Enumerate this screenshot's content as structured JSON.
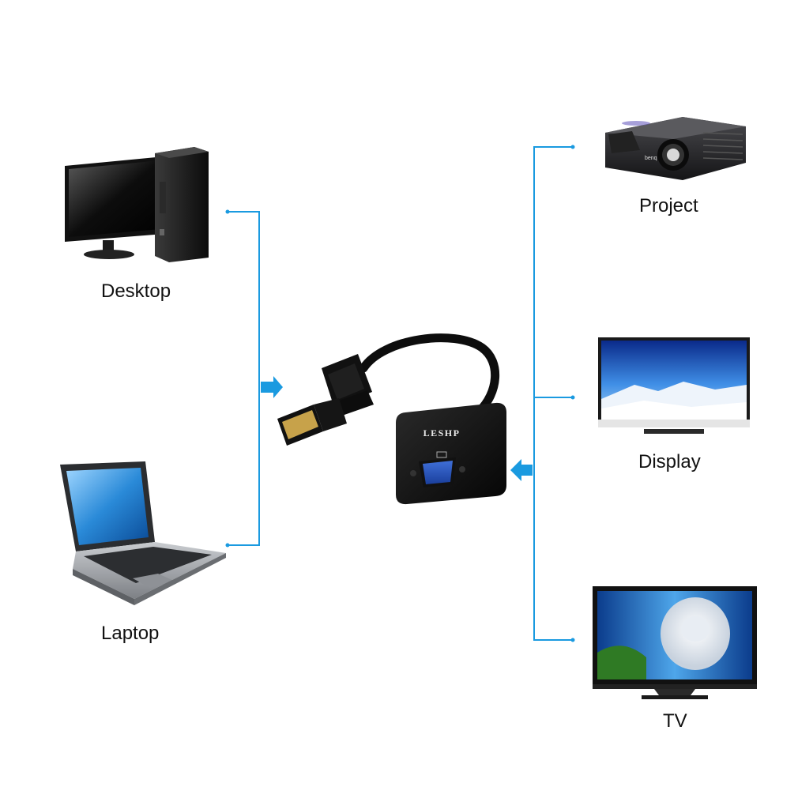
{
  "devices": {
    "desktop": {
      "label": "Desktop",
      "icon": "desktop-computer-icon"
    },
    "laptop": {
      "label": "Laptop",
      "icon": "laptop-icon"
    },
    "project": {
      "label": "Project",
      "icon": "projector-icon"
    },
    "display": {
      "label": "Display",
      "icon": "monitor-icon"
    },
    "tv": {
      "label": "TV",
      "icon": "tv-icon"
    }
  },
  "adapter": {
    "brand": "LESHP",
    "icon": "displayport-to-vga-adapter-icon"
  },
  "projector_brand": "benq",
  "colors": {
    "line": "#1a9ae0",
    "arrow": "#1a9ae0",
    "device_dark": "#151515"
  }
}
